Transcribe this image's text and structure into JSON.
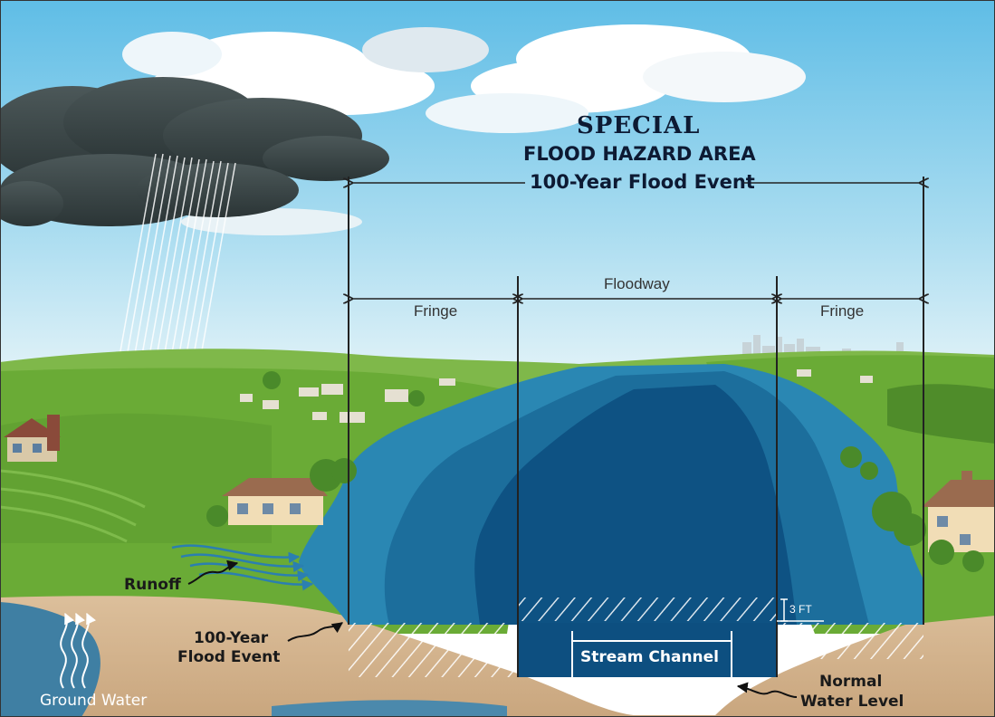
{
  "title": {
    "line1": "SPECIAL",
    "line2": "FLOOD HAZARD AREA",
    "line3": "100-Year Flood Event"
  },
  "zones": {
    "fringe_left": "Fringe",
    "floodway": "Floodway",
    "fringe_right": "Fringe"
  },
  "callouts": {
    "runoff": "Runoff",
    "flood_event_line1": "100-Year",
    "flood_event_line2": "Flood Event",
    "ground_water": "Ground Water",
    "stream_channel": "Stream Channel",
    "normal_water_line1": "Normal",
    "normal_water_line2": "Water Level",
    "freeboard": "3 FT"
  },
  "colors": {
    "sky_top": "#6ec3e8",
    "sky_bottom": "#d6eef7",
    "grass": "#6eab3a",
    "water_deep": "#0d4f80",
    "water_mid": "#1f6f9c",
    "water_light": "#2f8cb3",
    "soil": "#d9bb97",
    "storm_cloud": "#3a4648"
  }
}
